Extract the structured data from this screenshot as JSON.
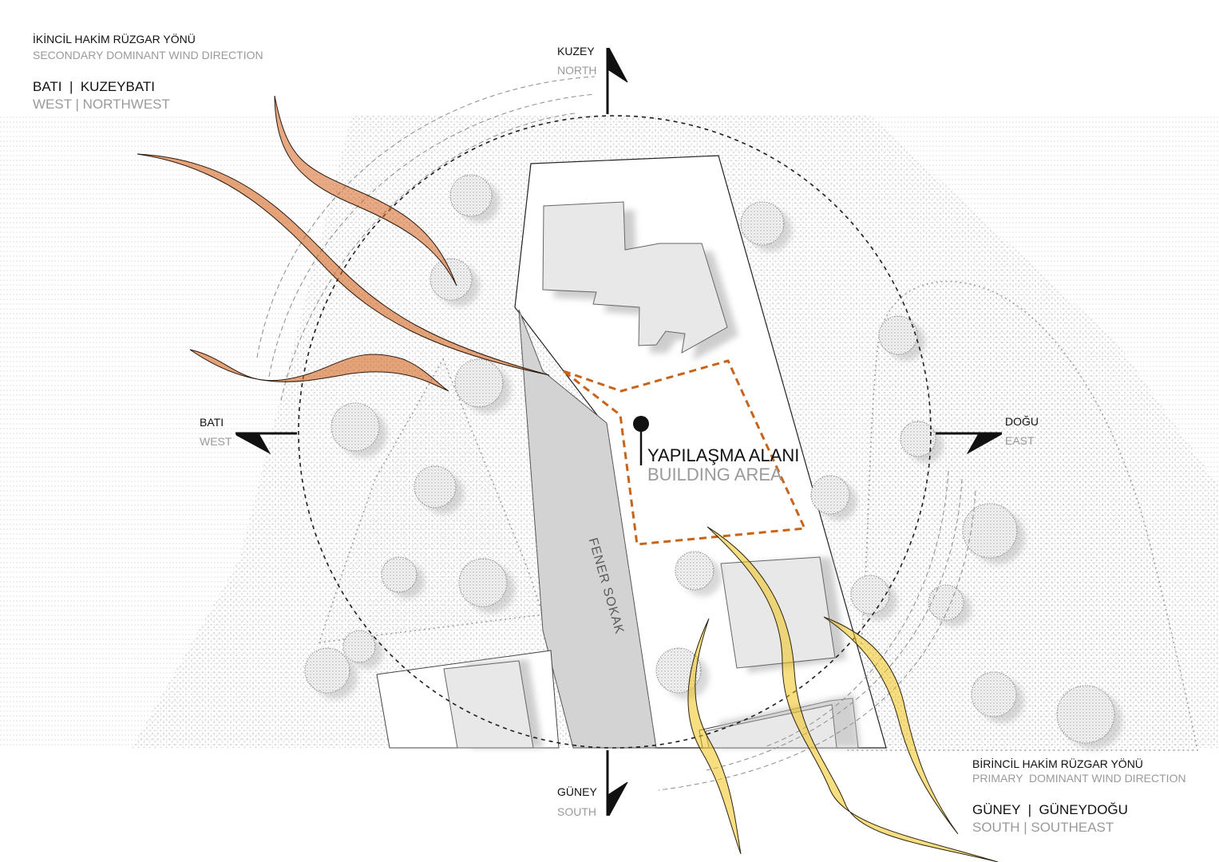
{
  "secondary_wind": {
    "title_tr": "İKİNCİL HAKİM RÜZGAR YÖNÜ",
    "title_en": "SECONDARY DOMINANT WIND DIRECTION",
    "direction_tr": "BATI  |  KUZEYBATI",
    "direction_en": "WEST | NORTHWEST",
    "color": "#d4651f"
  },
  "primary_wind": {
    "title_tr": "BİRİNCİL HAKİM RÜZGAR YÖNÜ",
    "title_en": "PRIMARY  DOMINANT WIND DIRECTION",
    "direction_tr": "GÜNEY  |  GÜNEYDOĞU",
    "direction_en": "SOUTH | SOUTHEAST",
    "color": "#f0c419"
  },
  "compass": {
    "north": {
      "tr": "KUZEY",
      "en": "NORTH"
    },
    "south": {
      "tr": "GÜNEY",
      "en": "SOUTH"
    },
    "west": {
      "tr": "BATI",
      "en": "WEST"
    },
    "east": {
      "tr": "DOĞU",
      "en": "EAST"
    }
  },
  "building_area": {
    "label_tr": "YAPILAŞMA ALANI",
    "label_en": "BUILDING AREA",
    "boundary_color": "#c8641a"
  },
  "street": {
    "name": "FENER SOKAK"
  }
}
